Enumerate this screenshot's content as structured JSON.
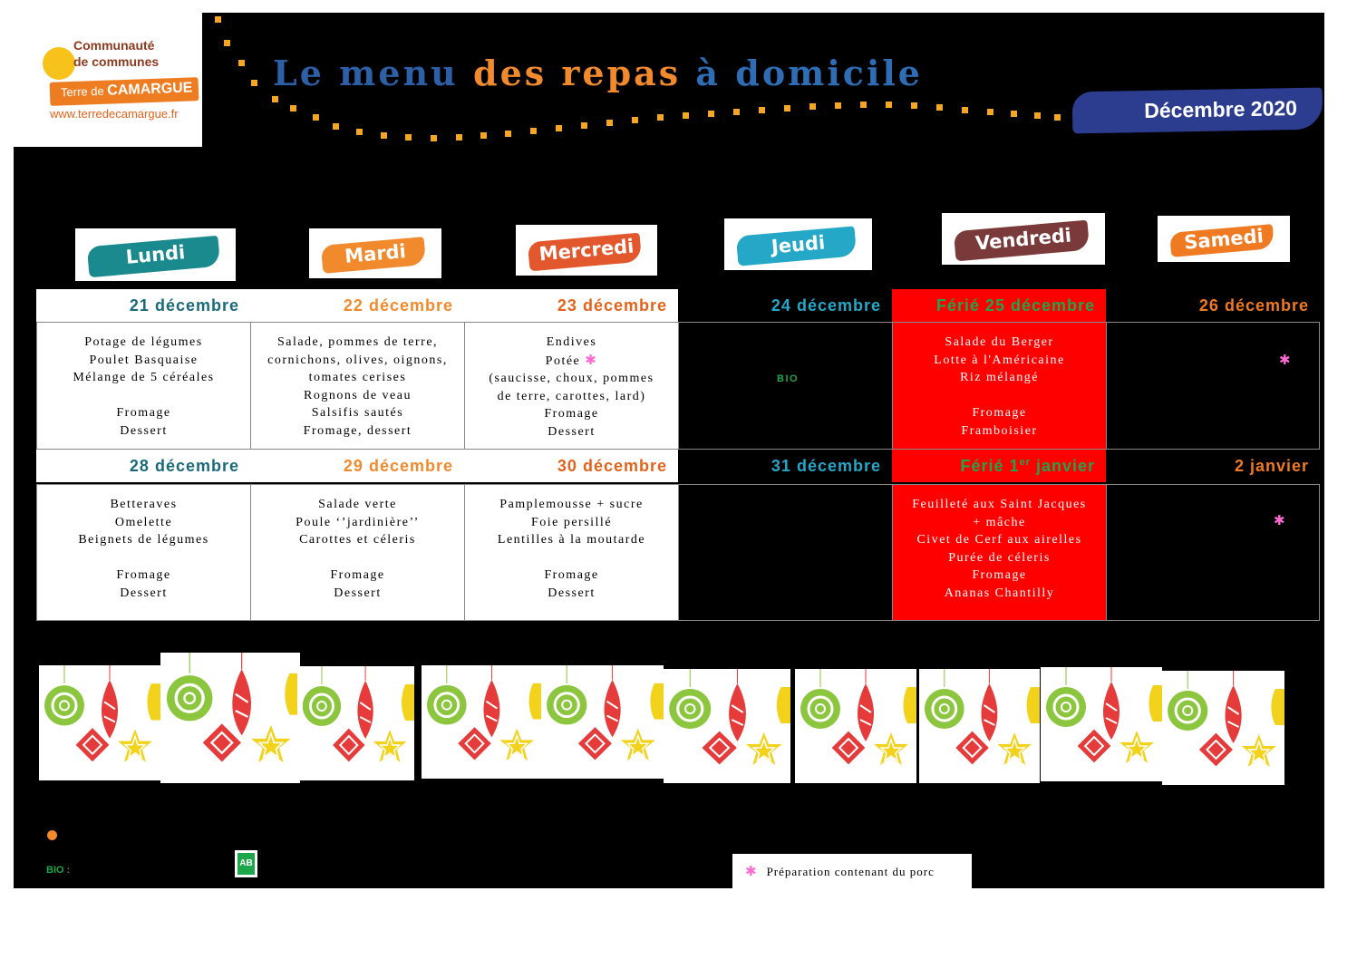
{
  "logo": {
    "line1": "Communauté",
    "line2": "de communes",
    "band_prefix": "Terre de ",
    "band_name": "CAMARGUE",
    "url": "www.terredecamargue.fr"
  },
  "title": {
    "part1": "Le menu",
    "part2": "des repas",
    "part3": "à domicile"
  },
  "month": "Décembre 2020",
  "colors": {
    "teal": "#1b8a8e",
    "orange": "#f08a2c",
    "rust": "#e2572b",
    "cyan": "#25a7c7",
    "maroon": "#7a3a3a",
    "red": "#ff0000",
    "bio_green": "#1ea64a",
    "pork_pink": "#ff6ad5"
  },
  "days": [
    {
      "name": "Lundi",
      "color": "#1b8a8e"
    },
    {
      "name": "Mardi",
      "color": "#f08a2c"
    },
    {
      "name": "Mercredi",
      "color": "#e2572b"
    },
    {
      "name": "Jeudi",
      "color": "#25a7c7"
    },
    {
      "name": "Vendredi",
      "color": "#7a3a3a"
    },
    {
      "name": "Samedi",
      "color": "#f07a22"
    }
  ],
  "week1": {
    "dates": [
      "21 décembre",
      "22 décembre",
      "23 décembre",
      "24 décembre",
      "Férié 25 décembre",
      "26 décembre"
    ],
    "menus": [
      [
        "Potage de légumes",
        "Poulet Basquaise",
        "Mélange de 5 céréales",
        "",
        "Fromage",
        "Dessert"
      ],
      [
        "Salade, pommes de terre,",
        "cornichons, olives, oignons,",
        "tomates cerises",
        "Rognons de veau",
        "Salsifis sautés",
        "Fromage, dessert"
      ],
      [
        "Endives",
        "Potée",
        "(saucisse, choux, pommes",
        "de terre, carottes, lard)",
        "Fromage",
        "Dessert"
      ],
      [],
      [
        "Salade du Berger",
        "Lotte à l'Américaine",
        "Riz mélangé",
        "",
        "Fromage",
        "Framboisier"
      ],
      []
    ],
    "bio_label": "BIO"
  },
  "week2": {
    "dates": [
      "28 décembre",
      "29 décembre",
      "30 décembre",
      "31 décembre",
      "Férié 1",
      "2 janvier"
    ],
    "date5_sup": "er",
    "date5_tail": " janvier",
    "menus": [
      [
        "Betteraves",
        "Omelette",
        "Beignets de légumes",
        "",
        "Fromage",
        "Dessert"
      ],
      [
        "Salade verte",
        "Poule ‘’jardinière’’",
        "Carottes et céleris",
        "",
        "Fromage",
        "Dessert"
      ],
      [
        "Pamplemousse + sucre",
        "Foie persillé",
        "Lentilles à la moutarde",
        "",
        "Fromage",
        "Dessert"
      ],
      [],
      [
        "Feuilleté aux Saint Jacques",
        "+ mâche",
        "Civet de Cerf aux airelles",
        "Purée de céleris",
        "Fromage",
        "Ananas Chantilly"
      ],
      []
    ]
  },
  "icons": {
    "pork": "asterisk-icon",
    "bio": "ab-logo-icon"
  },
  "pork_glyph": "✱",
  "legend": {
    "bio": "BIO :",
    "ab": "AB",
    "pork": "Préparation contenant du porc"
  }
}
